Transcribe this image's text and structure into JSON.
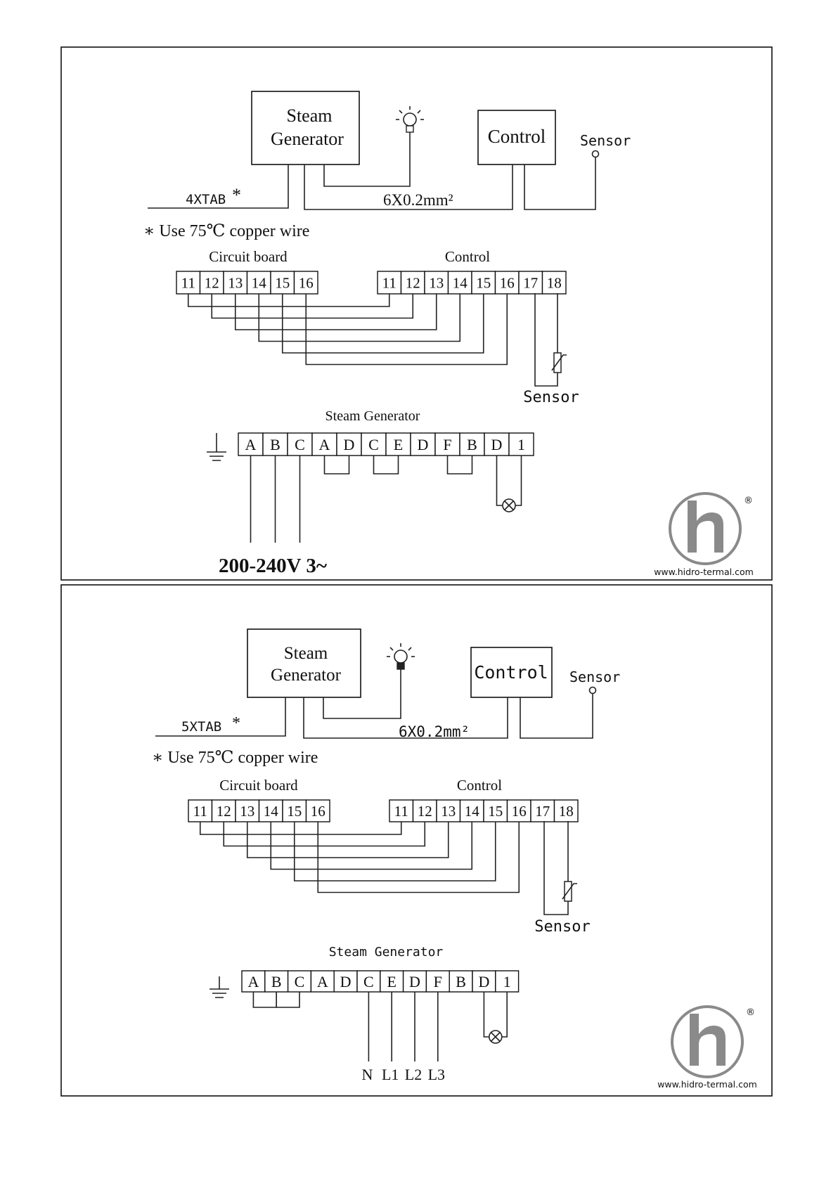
{
  "panels": [
    {
      "generator_box": [
        "Steam",
        "Generator"
      ],
      "control_box": "Control",
      "sensor_label": "Sensor",
      "cable_label": "4XTAB",
      "cable_star": "*",
      "wire_spec": "6X0.2mm²",
      "note": "∗  Use 75℃ copper wire",
      "circuit_board_label": "Circuit board",
      "control_label": "Control",
      "circuit_board_terminals": [
        "11",
        "12",
        "13",
        "14",
        "15",
        "16"
      ],
      "control_terminals": [
        "11",
        "12",
        "13",
        "14",
        "15",
        "16",
        "17",
        "18"
      ],
      "thermistor_label": "Sensor",
      "generator_label": "Steam Generator",
      "generator_terminals": [
        "A",
        "B",
        "C",
        "A",
        "D",
        "C",
        "E",
        "D",
        "F",
        "B",
        "D",
        "1"
      ],
      "supply_label": "200-240V 3~",
      "supply_phase_labels": [],
      "logo_registered": "®",
      "website": "www.hidro-termal.com"
    },
    {
      "generator_box": [
        "Steam",
        "Generator"
      ],
      "control_box": "Control",
      "sensor_label": "Sensor",
      "cable_label": "5XTAB",
      "cable_star": "*",
      "wire_spec": "6X0.2mm²",
      "note": "∗  Use 75℃ copper wire",
      "circuit_board_label": "Circuit board",
      "control_label": "Control",
      "circuit_board_terminals": [
        "11",
        "12",
        "13",
        "14",
        "15",
        "16"
      ],
      "control_terminals": [
        "11",
        "12",
        "13",
        "14",
        "15",
        "16",
        "17",
        "18"
      ],
      "thermistor_label": "Sensor",
      "generator_label": "Steam Generator",
      "generator_terminals": [
        "A",
        "B",
        "C",
        "A",
        "D",
        "C",
        "E",
        "D",
        "F",
        "B",
        "D",
        "1"
      ],
      "supply_label": "",
      "supply_phase_labels": [
        "N",
        "L1",
        "L2",
        "L3"
      ],
      "logo_registered": "®",
      "website": "www.hidro-termal.com"
    }
  ]
}
